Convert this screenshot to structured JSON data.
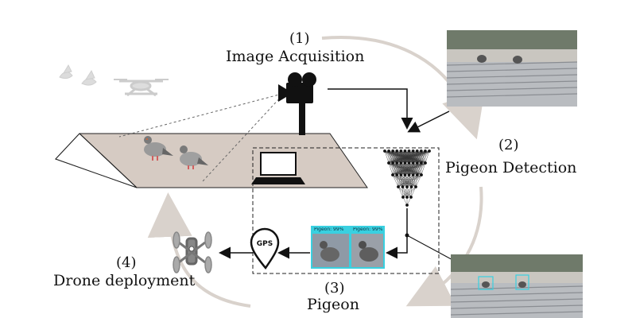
{
  "steps": [
    {
      "number": "(1)",
      "label": "Image Acquisition"
    },
    {
      "number": "(2)",
      "label": "Pigeon Detection"
    },
    {
      "number": "(3)",
      "label": "Pigeon"
    },
    {
      "number": "(4)",
      "label": "Drone deployment"
    }
  ],
  "detections": [
    {
      "label": "Pigeon: 99%"
    },
    {
      "label": "Pigeon: 99%"
    }
  ],
  "gps_text": "GPS",
  "icons": [
    "camera-icon",
    "laptop-icon",
    "neural-network-icon",
    "gps-pin-icon",
    "drone-icon",
    "bird-icon"
  ],
  "colors": {
    "cycle_arrow": "#d9d2cc",
    "roof": "#d6cbc3",
    "box_highlight": "#39d0e0"
  }
}
